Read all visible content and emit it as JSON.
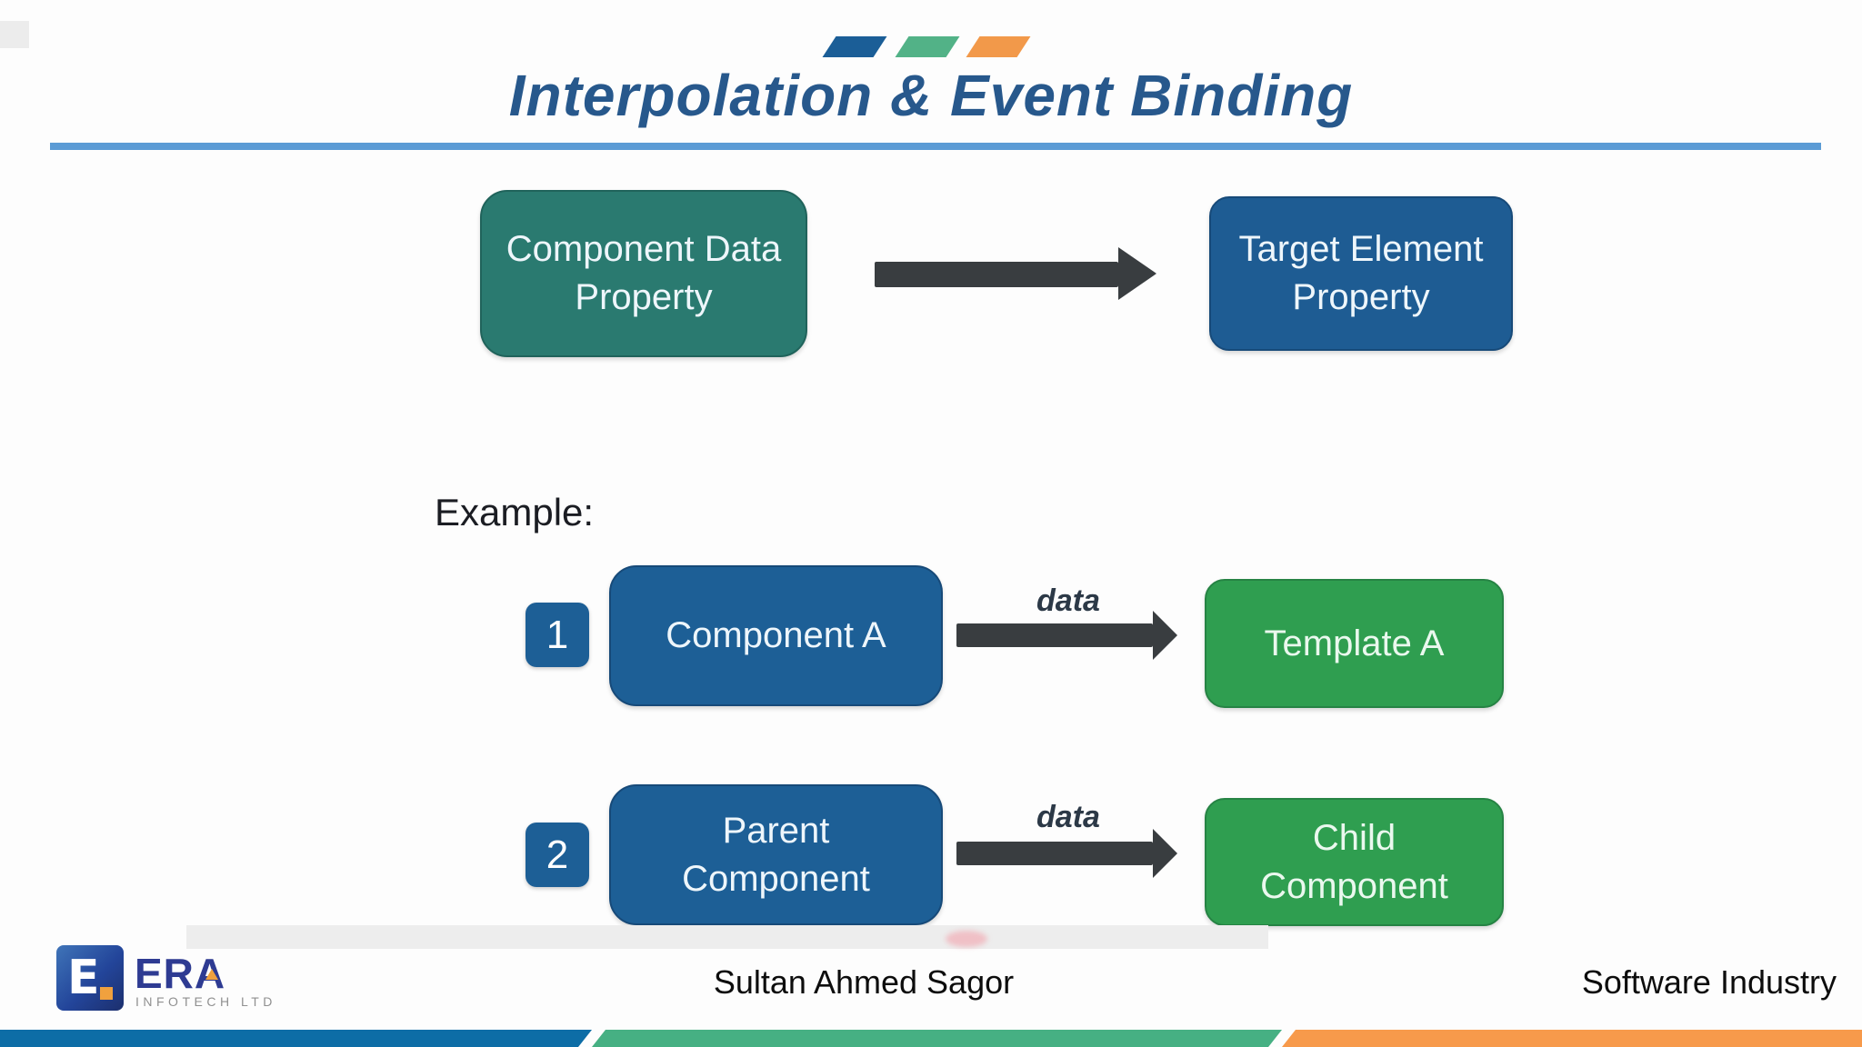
{
  "slide": {
    "title": "Interpolation & Event Binding",
    "title_color": "#27588c",
    "rule_color": "#5b9bd5",
    "accent_stripe_colors": [
      "#1b5e97",
      "#52b287",
      "#f2994a"
    ]
  },
  "diagram_top": {
    "source_box": {
      "line1": "Component Data",
      "line2": "Property",
      "color": "#2a7a70"
    },
    "target_box": {
      "line1": "Target Element",
      "line2": "Property",
      "color": "#1e5c93"
    },
    "arrow_color": "#393d40"
  },
  "example": {
    "label": "Example:",
    "rows": [
      {
        "number": "1",
        "source": {
          "line1": "Component A",
          "line2": ""
        },
        "arrow_label": "data",
        "target": {
          "line1": "Template A",
          "line2": ""
        }
      },
      {
        "number": "2",
        "source": {
          "line1": "Parent",
          "line2": "Component"
        },
        "arrow_label": "data",
        "target": {
          "line1": "Child",
          "line2": "Component"
        }
      }
    ],
    "source_box_color": "#1d5f96",
    "target_box_color": "#2f9e50"
  },
  "footer": {
    "logo": {
      "mark": "E",
      "name": "ERA",
      "subtitle": "INFOTECH LTD"
    },
    "presenter": "Sultan Ahmed Sagor",
    "topic": "Software Industry"
  },
  "bottom_bar": {
    "segment_colors": [
      "#0d6da6",
      "#46b083",
      "#f79a4b"
    ]
  }
}
